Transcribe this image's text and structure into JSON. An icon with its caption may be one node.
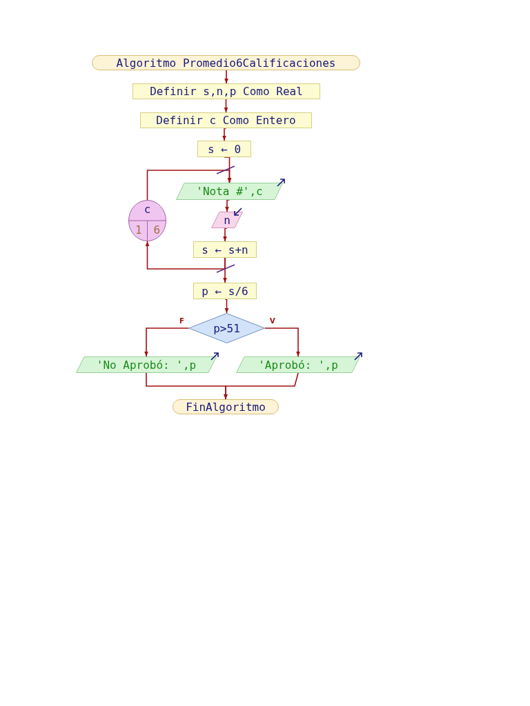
{
  "diagram": {
    "nodes": [
      {
        "text": [
          "Algoritmo Promedio6Calificaciones"
        ]
      },
      {
        "text": [
          "Definir s,n,p Como Real"
        ]
      },
      {
        "text": [
          "Definir c Como Entero"
        ]
      },
      {
        "text": [
          "s ← 0"
        ]
      },
      {
        "text": [
          "'Nota #',c"
        ]
      },
      {
        "text": [
          "n"
        ]
      },
      {
        "text": [
          "s ← s+n"
        ]
      },
      {
        "text": [
          "c",
          "1",
          "6"
        ]
      },
      {
        "text": [
          "p ← s/6"
        ]
      },
      {
        "text": [
          "p>51"
        ]
      },
      {
        "text": [
          "'No Aprobó: ',p"
        ]
      },
      {
        "text": [
          "'Aprobó: ',p"
        ]
      },
      {
        "text": [
          "FinAlgoritmo"
        ]
      }
    ],
    "edges": [
      {
        "from": 0,
        "to": 1,
        "arrow": "to"
      },
      {
        "from": 1,
        "to": 2,
        "arrow": "to"
      },
      {
        "from": 2,
        "to": 3,
        "arrow": "to"
      },
      {
        "from": 3,
        "to": 4,
        "arrow": "to"
      },
      {
        "from": 4,
        "to": 5,
        "arrow": "to"
      },
      {
        "from": 5,
        "to": 6,
        "arrow": "to"
      },
      {
        "from": 6,
        "to": 7,
        "arrow": "to"
      },
      {
        "from": 7,
        "to": 4,
        "arrow": "to"
      },
      {
        "from": 6,
        "to": 8,
        "arrow": "to"
      },
      {
        "from": 8,
        "to": 9,
        "arrow": "to"
      },
      {
        "from": 9,
        "to": 10,
        "label": "F",
        "arrow": "to"
      },
      {
        "from": 9,
        "to": 11,
        "label": "V",
        "arrow": "to"
      },
      {
        "from": 10,
        "to": 12,
        "arrow": "to"
      },
      {
        "from": 11,
        "to": 12,
        "arrow": "to"
      }
    ]
  }
}
